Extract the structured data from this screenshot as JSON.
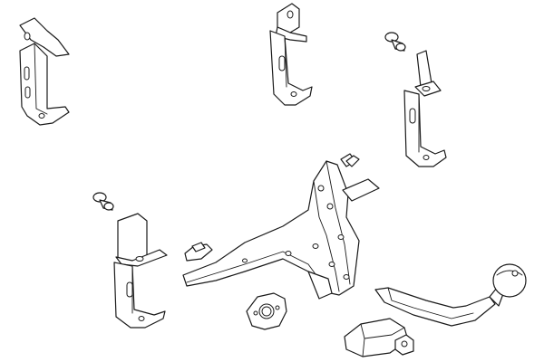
{
  "diagram": {
    "kind": "exploded-parts-drawing",
    "stroke_color": "#1a1a1a",
    "background_color": "#ffffff",
    "parts": [
      {
        "id": "bracket-top-left",
        "icon": "angle-bracket-icon"
      },
      {
        "id": "bracket-top-center",
        "icon": "angle-bracket-icon"
      },
      {
        "id": "bracket-right",
        "icon": "angle-bracket-icon"
      },
      {
        "id": "bracket-bottom-left",
        "icon": "angle-bracket-icon"
      },
      {
        "id": "bolt-top",
        "icon": "carriage-bolt-icon"
      },
      {
        "id": "bolt-left",
        "icon": "carriage-bolt-icon"
      },
      {
        "id": "tow-frame",
        "icon": "tow-bar-frame-icon"
      },
      {
        "id": "clip-nut-small",
        "icon": "clip-nut-icon"
      },
      {
        "id": "clip-nut-frame",
        "icon": "clip-nut-icon"
      },
      {
        "id": "socket-plate",
        "icon": "socket-plate-icon"
      },
      {
        "id": "tow-ball-neck",
        "icon": "tow-ball-icon"
      },
      {
        "id": "receiver-housing",
        "icon": "receiver-icon"
      }
    ]
  }
}
